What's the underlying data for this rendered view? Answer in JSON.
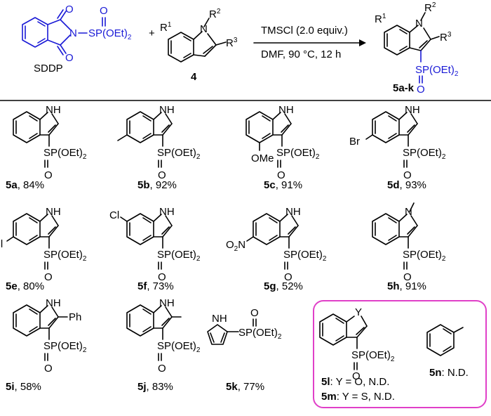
{
  "colors": {
    "reagent": "#1a1ad6",
    "frame": "#e040c8"
  },
  "reaction": {
    "reagent_name": "SDDP",
    "reagent_group": "SP(OEt)",
    "reagent_sub": "2",
    "plus": "+",
    "substrate_id": "4",
    "product_id": "5a-k",
    "conditions_top": "TMSCl (2.0 equiv.)",
    "conditions_bottom": "DMF, 90 °C, 12 h",
    "r1": "R",
    "r1_sup": "1",
    "r2": "R",
    "r2_sup": "2",
    "r3": "R",
    "r3_sup": "3",
    "n": "N",
    "o": "O"
  },
  "labels": {
    "sp": "SP(OEt)",
    "two": "2",
    "o": "O",
    "nh": "NH",
    "n": "N",
    "ome": "OMe",
    "br": "Br",
    "cl": "Cl",
    "no2_o": "O",
    "no2_n": "N",
    "ph": "Ph",
    "y": "Y"
  },
  "products": [
    {
      "id": "5a",
      "yield": ", 84%"
    },
    {
      "id": "5b",
      "yield": ", 92%"
    },
    {
      "id": "5c",
      "yield": ", 91%"
    },
    {
      "id": "5d",
      "yield": ", 93%"
    },
    {
      "id": "5e",
      "yield": ", 80%"
    },
    {
      "id": "5f",
      "yield": ", 73%"
    },
    {
      "id": "5g",
      "yield": ", 52%"
    },
    {
      "id": "5h",
      "yield": ", 91%"
    },
    {
      "id": "5i",
      "yield": ", 58%"
    },
    {
      "id": "5j",
      "yield": ", 83%"
    },
    {
      "id": "5k",
      "yield": ", 77%"
    }
  ],
  "failed": [
    {
      "id": "5l",
      "text": ": Y = O,  N.D."
    },
    {
      "id": "5m",
      "text": ": Y = S, N.D."
    },
    {
      "id": "5n",
      "text": ": N.D."
    }
  ]
}
